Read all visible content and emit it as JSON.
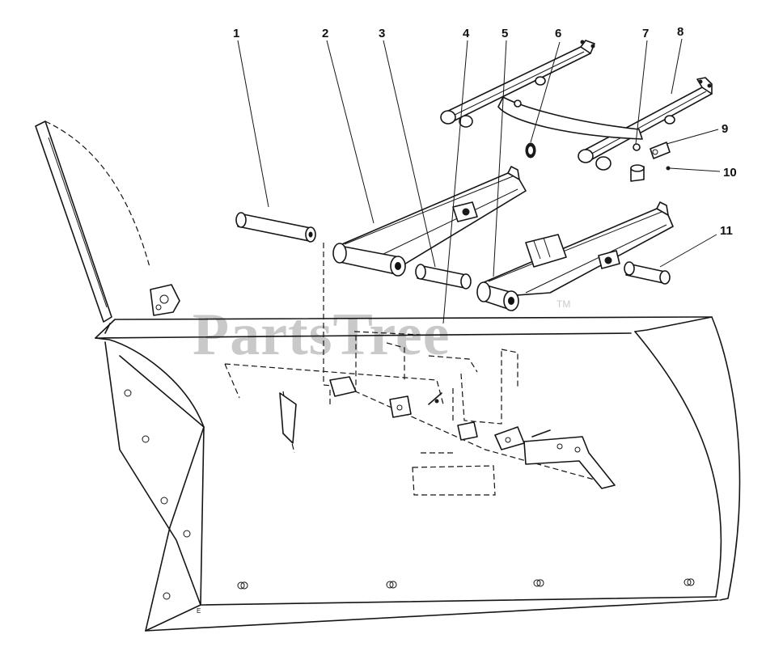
{
  "diagram": {
    "callouts": [
      {
        "id": "1",
        "text": "1"
      },
      {
        "id": "2",
        "text": "2"
      },
      {
        "id": "3",
        "text": "3"
      },
      {
        "id": "4",
        "text": "4"
      },
      {
        "id": "5",
        "text": "5"
      },
      {
        "id": "6",
        "text": "6"
      },
      {
        "id": "7",
        "text": "7"
      },
      {
        "id": "8",
        "text": "8"
      },
      {
        "id": "9",
        "text": "9"
      },
      {
        "id": "10",
        "text": "10"
      },
      {
        "id": "11",
        "text": "11"
      }
    ],
    "watermark": "PartsTree",
    "watermark_tm": "TM",
    "corner_mark": "E"
  }
}
